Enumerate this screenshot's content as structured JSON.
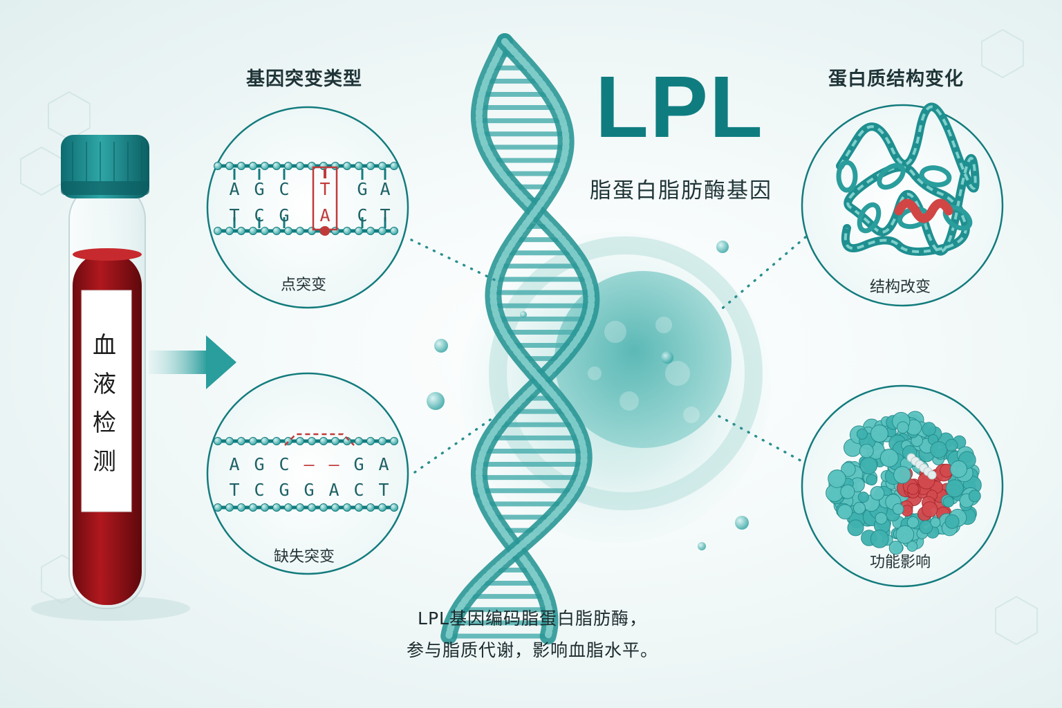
{
  "header": {
    "gene_symbol": "LPL",
    "gene_name": "脂蛋白脂肪酶基因"
  },
  "left_panel": {
    "title": "基因突变类型",
    "point_mutation": {
      "caption": "点突变",
      "top_strand": [
        "A",
        "G",
        "C",
        "T",
        "G",
        "A"
      ],
      "bottom_strand": [
        "T",
        "C",
        "G",
        "A",
        "C",
        "T"
      ],
      "mutated_index": 3
    },
    "deletion_mutation": {
      "caption": "缺失突变",
      "top_strand": [
        "A",
        "G",
        "C",
        "–",
        "–",
        "G",
        "A"
      ],
      "bottom_strand": [
        "T",
        "C",
        "G",
        "G",
        "A",
        "C",
        "T"
      ]
    }
  },
  "right_panel": {
    "title": "蛋白质结构变化",
    "structure_caption": "结构改变",
    "function_caption": "功能影响"
  },
  "tube": {
    "label_chars": [
      "血",
      "液",
      "检",
      "测"
    ]
  },
  "footer": {
    "line1": "LPL基因编码脂蛋白脂肪酶，",
    "line2": "参与脂质代谢，影响血脂水平。"
  },
  "colors": {
    "teal": "#0f7d80",
    "teal_light": "#5fbcbc",
    "blood": "#9c1519",
    "mutation_red": "#c13a3a"
  }
}
